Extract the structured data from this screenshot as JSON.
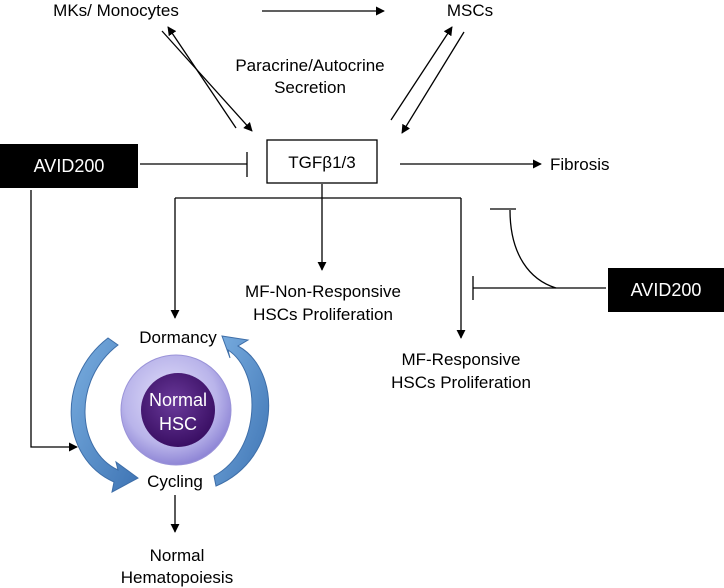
{
  "nodes": {
    "mks_monocytes": "MKs/ Monocytes",
    "mscs": "MSCs",
    "secretion_line1": "Paracrine/Autocrine",
    "secretion_line2": "Secretion",
    "tgfb": "TGFβ1/3",
    "fibrosis": "Fibrosis",
    "avid200_left": "AVID200",
    "avid200_right": "AVID200",
    "mf_non_responsive_line1": "MF-Non-Responsive",
    "mf_non_responsive_line2": "HSCs Proliferation",
    "mf_responsive_line1": "MF-Responsive",
    "mf_responsive_line2": "HSCs Proliferation",
    "dormancy": "Dormancy",
    "cycling": "Cycling",
    "hsc_line1": "Normal",
    "hsc_line2": "HSC",
    "hematopoiesis_line1": "Normal",
    "hematopoiesis_line2": "Hematopoiesis"
  },
  "colors": {
    "avid_box": "#000000",
    "cycle_arrow": "#5b8fc9",
    "hsc_outer": "#b9b4ea",
    "hsc_inner": "#4a1a78"
  }
}
